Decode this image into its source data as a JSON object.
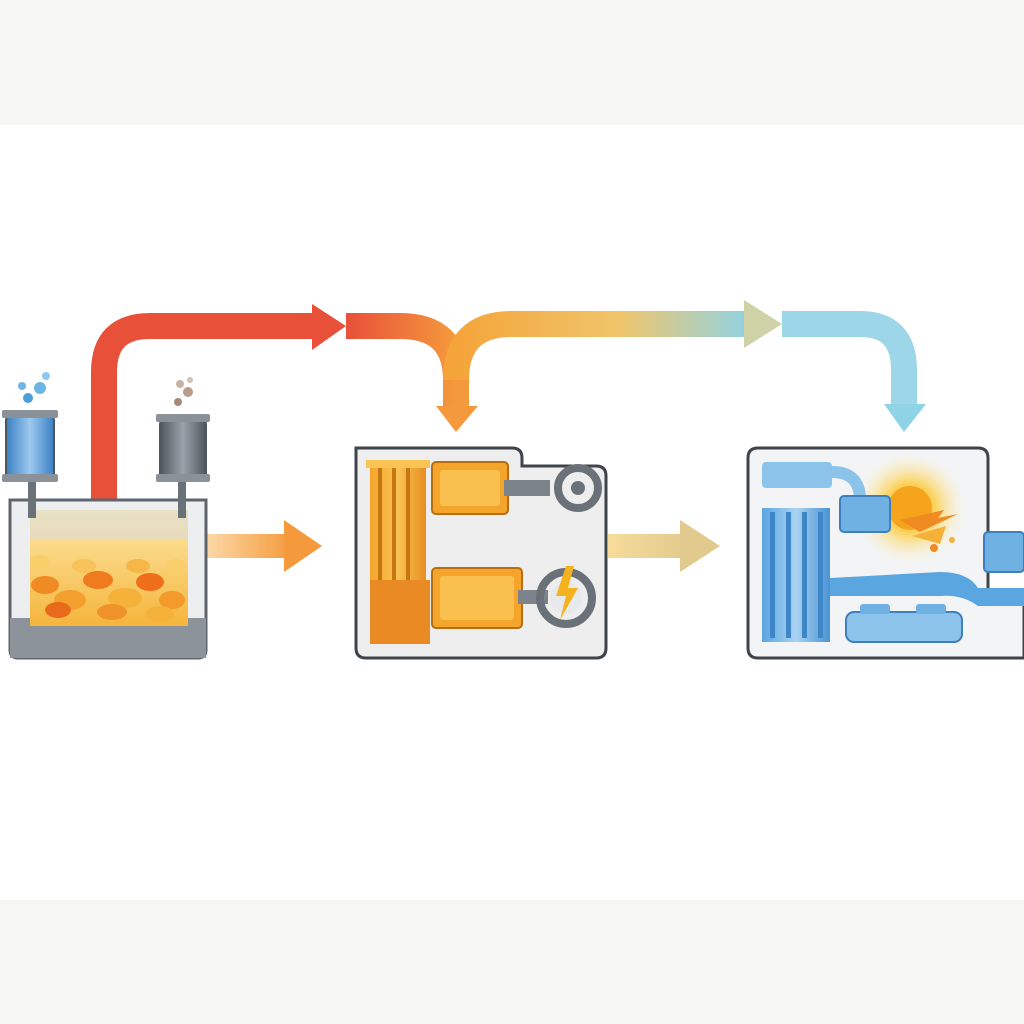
{
  "diagram": {
    "stages": [
      {
        "id": "stage-1",
        "icon": "furnace-tank-icon"
      },
      {
        "id": "stage-2",
        "icon": "turbine-generator-icon"
      },
      {
        "id": "stage-3",
        "icon": "cooling-condenser-icon"
      }
    ],
    "connectors": [
      {
        "from": "stage-1",
        "to": "stage-2",
        "kind": "heat-flow",
        "colors": [
          "#e8503a",
          "#f59a3c"
        ]
      },
      {
        "from": "stage-2",
        "to": "stage-3",
        "kind": "heat-flow",
        "colors": [
          "#f5b94a",
          "#8fd3e6"
        ]
      },
      {
        "from": "stage-1",
        "to": "stage-2",
        "kind": "process-flow",
        "color": "#f5a04a"
      },
      {
        "from": "stage-2",
        "to": "stage-3",
        "kind": "process-flow",
        "color": "#e8c77a"
      }
    ],
    "colors": {
      "hot": "#e8503a",
      "warm": "#f59a3c",
      "amber": "#f5b94a",
      "cool": "#8fd3e6",
      "blue": "#4a9fd8",
      "steel": "#7d838b"
    }
  }
}
